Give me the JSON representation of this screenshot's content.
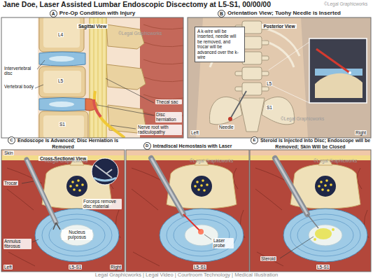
{
  "diagram": {
    "title": "Jane Doe, Laser Assisted Lumbar Endoscopic Discectomy at L5-S1, 00/00/00",
    "nodes": [
      {
        "text": [
          "A",
          "Pre-Op Condition with Injury",
          "Sagittal View"
        ]
      },
      {
        "text": [
          "B",
          "Orientation View; Tuohy Needle is Inserted",
          "Posterior View"
        ]
      },
      {
        "text": [
          "A k-wire will be inserted, needle will be removed, and trocar will be advanced over the k-wire"
        ],
        "in": 1
      },
      {
        "text": [
          "C",
          "Endoscope is Advanced; Disc Herniation is Removed",
          "Cross-Sectional View"
        ]
      },
      {
        "text": [
          "D",
          "Intradiscal Hemostasis with Laser"
        ]
      },
      {
        "text": [
          "E",
          "Steroid is Injected into Disc; Endoscope will be Removed; Skin Will be Closed"
        ]
      }
    ],
    "labels": [
      "Intervertebral disc",
      "Vertebral body",
      "Thecal sac",
      "Disc herniation",
      "Nerve root with radiculopathy",
      "L4",
      "L5",
      "S1",
      "Needle",
      "Left",
      "Right",
      "L5",
      "S1",
      "Skin",
      "Trocar",
      "Forceps remove disc material",
      "Annulus fibrosus",
      "Nucleus pulposus",
      "Left",
      "Right",
      "L5-S1",
      "Laser probe",
      "L5-S1",
      "Steroid",
      "L5-S1",
      "©Legal Graphicworks",
      "©Legal Graphicworks",
      "©Legal Graphicworks",
      "©Legal Graphicworks",
      "©Legal Graphicworks",
      "©Legal Graphicworks",
      "Legal Graphicworks | Legal Video | Courtroom Technology | Medical Illustration"
    ]
  }
}
